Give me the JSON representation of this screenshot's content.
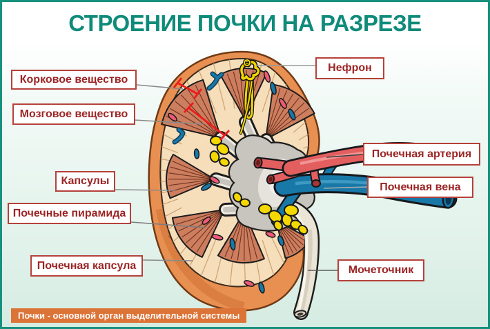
{
  "title": "СТРОЕНИЕ ПОЧКИ НА РАЗРЕЗЕ",
  "labels": {
    "cortex": "Корковое вещество",
    "medulla": "Мозговое вещество",
    "capsules": "Капсулы",
    "pyramids": "Почечные пирамида",
    "renal_capsule": "Почечная капсула",
    "nephron": "Нефрон",
    "renal_artery": "Почечная артерия",
    "renal_vein": "Почечная вена",
    "ureter": "Мочеточник"
  },
  "footer": {
    "note": "Почки - основной орган выделительной системы"
  },
  "colors": {
    "frame": "#17917e",
    "title_text": "#0f8b7a",
    "label_text": "#9c2424",
    "label_border": "#b5413a",
    "banner_bg": "#dc7337",
    "annotation_red": "#ec1c1c",
    "capsule_orange": "#e88f52",
    "cortex_cream": "#f6debb",
    "pyramid_brown": "#cd7e5f",
    "pelvis_gray": "#c8c4be",
    "fat_yellow": "#f5d800",
    "artery_red": "#e35f5f",
    "vein_blue": "#1878a8",
    "ureter_cream": "#ebe5d6"
  }
}
